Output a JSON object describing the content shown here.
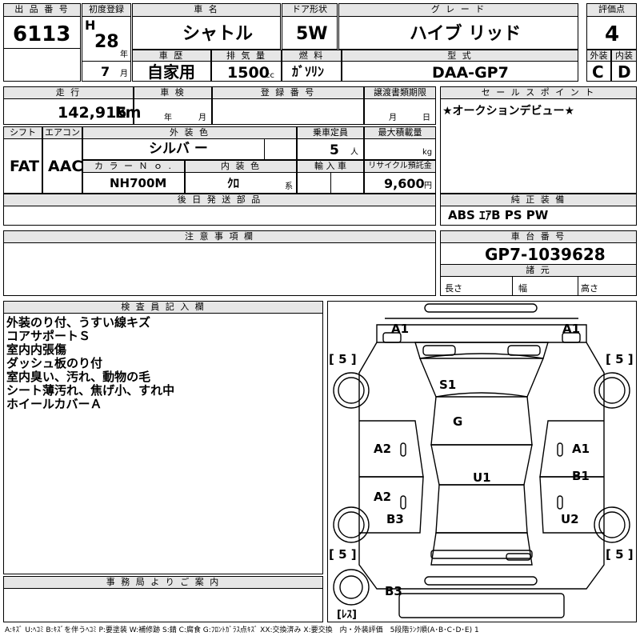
{
  "lot": {
    "label": "出 品 番 号",
    "value": "6113"
  },
  "first_reg": {
    "label": "初度登録",
    "era": "H",
    "year": "28",
    "year_unit": "年",
    "month": "7",
    "month_unit": "月"
  },
  "car_name": {
    "label": "車 名",
    "value": "シャトル"
  },
  "door": {
    "label": "ドア形状",
    "value": "5W"
  },
  "grade": {
    "label": "グ レ ー ド",
    "value": "ハイブ リッド"
  },
  "score": {
    "label": "評価点",
    "value": "4"
  },
  "history": {
    "label": "車 歴",
    "value": "自家用"
  },
  "displacement": {
    "label": "排 気 量",
    "value": "1500",
    "unit": "cc"
  },
  "fuel": {
    "label": "燃 料",
    "value": "ｶﾞｿﾘﾝ"
  },
  "model": {
    "label": "型 式",
    "value": "DAA-GP7"
  },
  "exterior_grade": {
    "label": "外装",
    "value": "C"
  },
  "interior_grade": {
    "label": "内装",
    "value": "D"
  },
  "mileage": {
    "label": "走 行",
    "value": "142,915",
    "unit": "km"
  },
  "inspection": {
    "label": "車 検",
    "year_unit": "年",
    "month_unit": "月"
  },
  "registration": {
    "label": "登 録 番 号"
  },
  "transfer_deadline": {
    "label": "譲渡書類期限",
    "month_unit": "月",
    "day_unit": "日"
  },
  "sales_point": {
    "label": "セ ー ル ス ポ イ ン ト",
    "value": "★オークションデビュー★"
  },
  "shift": {
    "label": "シフト",
    "value": "FAT"
  },
  "aircon": {
    "label": "エアコン",
    "value": "AAC"
  },
  "ext_color": {
    "label": "外 装 色",
    "value": "シルバ ー"
  },
  "capacity": {
    "label": "乗車定員",
    "value": "5",
    "unit": "人"
  },
  "max_load": {
    "label": "最大積載量",
    "unit": "kg"
  },
  "color_no": {
    "label": "カ ラ ー Ｎ ｏ .",
    "value": "NH700M"
  },
  "int_color": {
    "label": "内 装 色",
    "value": "ｸﾛ",
    "unit": "系"
  },
  "import": {
    "label": "輸 入 車"
  },
  "recycle": {
    "label": "リサイクル預託金",
    "value": "9,600",
    "unit": "円"
  },
  "later_parts": {
    "label": "後 日 発 送 部 品"
  },
  "equipment": {
    "label": "純 正 装 備",
    "value": "ABS ｴｱB PS PW"
  },
  "notes_field": {
    "label": "注 意 事 項 欄"
  },
  "chassis": {
    "label": "車 台 番 号",
    "value": "GP7-1039628"
  },
  "specs": {
    "label": "諸 元",
    "length": "長さ",
    "width": "幅",
    "height": "高さ"
  },
  "inspector": {
    "label": "検 査 員 記 入 欄",
    "lines": [
      "外装のり付、うすい線キズ",
      "コアサポートＳ",
      "室内内張傷",
      "ダッシュ板のり付",
      "室内臭い、汚れ、動物の毛",
      "シート薄汚れ、焦げ小、すれ中",
      "ホイールカバーＡ"
    ]
  },
  "office": {
    "label": "事 務 局 よ り ご 案 内"
  },
  "diagram": {
    "marks": {
      "fl": "A1",
      "fr": "A1",
      "roof": "S1",
      "hood": "G",
      "ld1": "A2",
      "ld2": "A2",
      "rd1": "A1",
      "rd2": "B1",
      "center": "U1",
      "lq": "B3",
      "rq": "U2",
      "rear": "B3"
    },
    "tires": {
      "fl": "[ 5 ]",
      "fr": "[ 5 ]",
      "rl": "[ 5 ]",
      "rr": "[ 5 ]",
      "spare": "[ﾚｽ]"
    }
  },
  "legend": "A:ｷｽﾞ U:ﾍｺﾐ B:ｷｽﾞを伴うﾍｺﾐ P:要塗装 W:補修跡 S:錆 C:腐食 G:ﾌﾛﾝﾄｶﾞﾗｽ点ｷｽﾞ XX:交換済み X:要交換　内・外装評価　5段階ﾗﾝｸ順(A･B･C･D･E) 1"
}
